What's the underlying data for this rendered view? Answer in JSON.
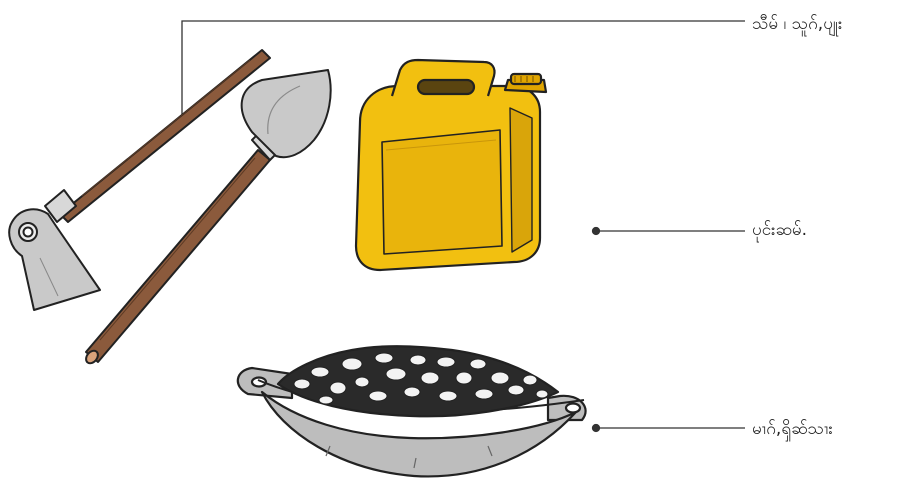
{
  "labels": {
    "tools": "သီမ် ၊ သူဂ်,ပျုး",
    "jerrycan": "ပုင်းဆမ်.",
    "gravel": "မၢဂ်,ၡိဆ်သၢး"
  },
  "colors": {
    "wood": "#8B5A3C",
    "metal": "#C9C9C9",
    "can_yellow": "#F2C010",
    "can_cap": "#E0A500",
    "pan": "#BDBDBD",
    "line": "#333333"
  },
  "icons": [
    "hoe-icon",
    "shovel-icon",
    "jerrycan-icon",
    "gravel-pan-icon"
  ]
}
